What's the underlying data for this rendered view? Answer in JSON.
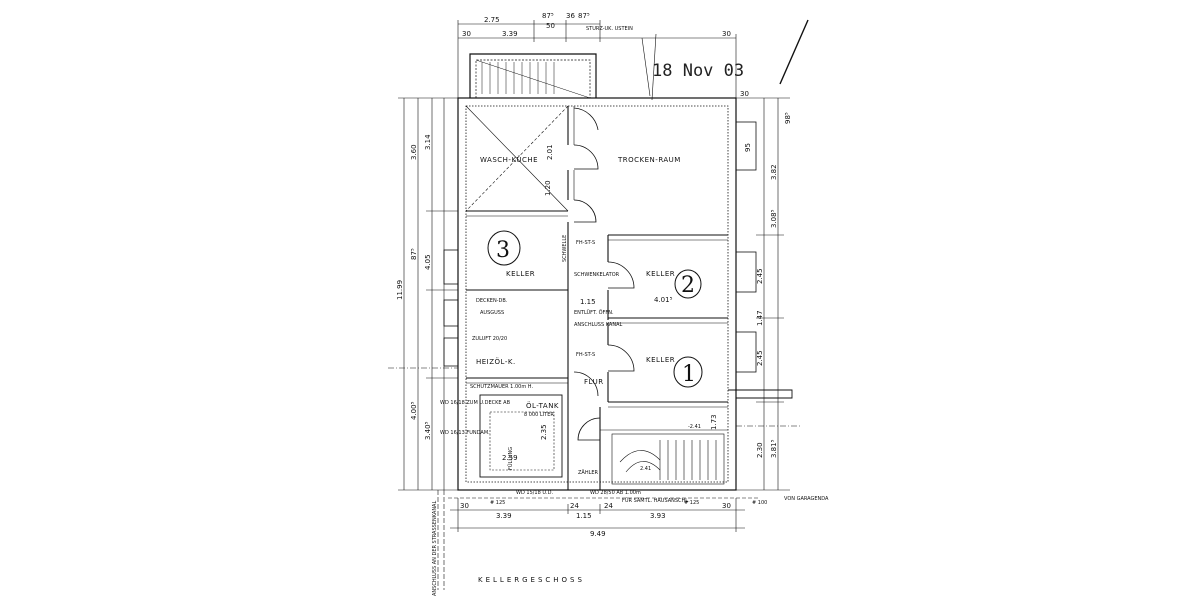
{
  "stamp": "18 Nov 03",
  "title": "KELLERGESCHOSS",
  "rooms": {
    "waschkueche": "WASCH-KÜCHE",
    "trockenraum": "TROCKEN-RAUM",
    "keller3": "KELLER",
    "keller2": "KELLER",
    "keller1": "KELLER",
    "heizoel": "HEIZÖL-K.",
    "flur": "FLUR",
    "oeltank": "ÖL-TANK",
    "zaehler": "ZÄHLER"
  },
  "circled_numbers": {
    "n3": "3",
    "n2": "2",
    "n1": "1"
  },
  "top_dims": {
    "a": "2.75",
    "b": "87⁵",
    "c": "36",
    "d": "87⁵",
    "e": "3.39",
    "f": "30",
    "g": "50",
    "h": "30",
    "sturz": "STURZ-UK. USTEIN"
  },
  "bottom_dims": {
    "a": "3.39",
    "b": "1.15",
    "c": "3.93",
    "d": "9.49",
    "e": "30",
    "f": "24",
    "g": "30",
    "h": "24",
    "i": "# 125",
    "j": "# 125",
    "k": "# 100"
  },
  "left_dims": {
    "total": "11.99",
    "a": "3.60",
    "b": "3.14",
    "c": "4.05",
    "d": "3.40⁵",
    "e": "4.00⁵",
    "f": "87⁵",
    "g": "1.20",
    "h": "2.01"
  },
  "right_dims": {
    "a": "98⁵",
    "b": "3.82",
    "c": "3.08⁵",
    "d": "2.45",
    "e": "1.47",
    "f": "2.45",
    "g": "2.30",
    "h": "3.81⁵",
    "i": "95",
    "j": "30"
  },
  "inner_dims": {
    "a": "1.15",
    "b": "4.01⁵",
    "c": "2.59",
    "d": "2.35",
    "e": "2.41",
    "f": "-2.41",
    "g": "1.73"
  },
  "notes": {
    "decken": "DECKEN-DB.",
    "ausguss": "AUSGUSS",
    "schutzmauer": "SCHUTZMAUER 1.00m H.",
    "zuluft": "ZULUFT 20/20",
    "oeltank_spec": "8 000 LITER",
    "fuellung": "FÜLLUNG",
    "schwelle": "SCHWELLE",
    "fh": "FH-ST-S",
    "fh2": "FH-ST-S",
    "schwenk": "SCHWENKELATOR",
    "entluft": "ENTLÜFT. ÖFFN.",
    "lichtschacht": "ANSCHLUSS KANAL",
    "wd": "WD 15/18 U.D.",
    "wd2": "WD 28/50 AB 1.00m",
    "von": "VON GARAGENDA",
    "hausanschl": "FÜR SÄMTL. HAUSANSCHL.",
    "left_note": "WD 16/18 ZUM U.DECKE AB",
    "left_note2": "WD 16/13 FUNDAM.",
    "kanal": "ANSCHLUSS AN DER STRASSENKANAL"
  }
}
